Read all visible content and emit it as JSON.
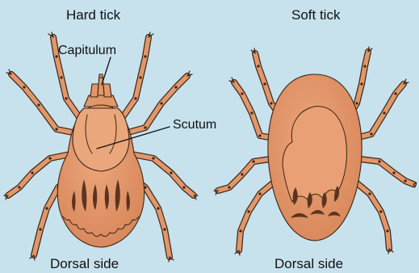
{
  "titles": {
    "hard": "Hard tick",
    "soft": "Soft tick"
  },
  "labels": {
    "capitulum": "Capitulum",
    "scutum": "Scutum"
  },
  "captions": {
    "hard": "Dorsal side",
    "soft": "Dorsal side"
  },
  "colors": {
    "background": "#c7e2ec",
    "tick_fill": "#e2976a",
    "tick_light": "#eba77c",
    "outline": "#3a2414"
  }
}
